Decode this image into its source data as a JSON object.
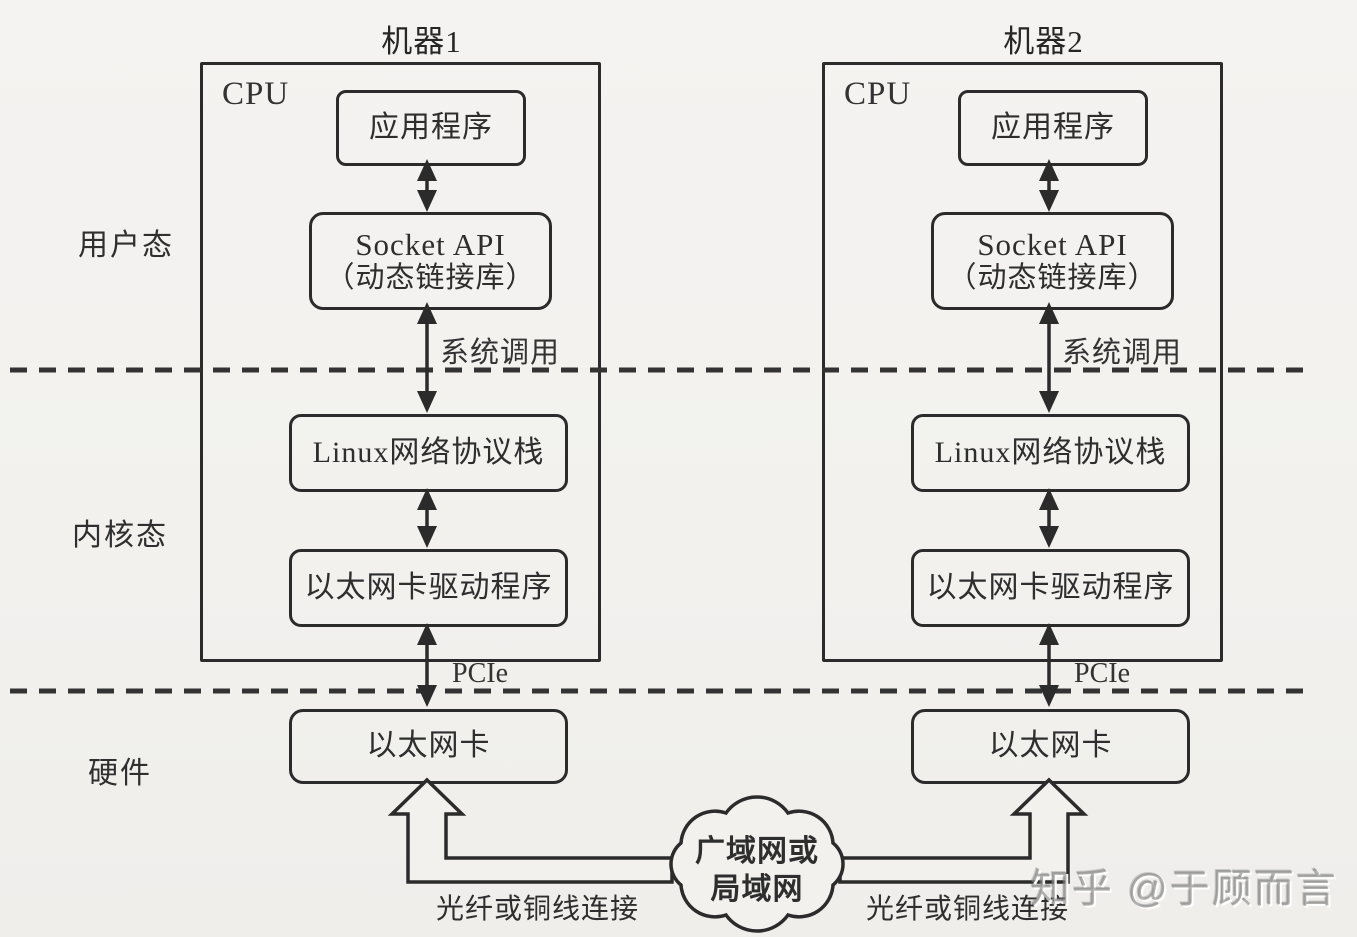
{
  "colors": {
    "background": "#f2f1ee",
    "line": "#2b2b2b",
    "text": "#2e2e2e",
    "watermark_gray": "#828282"
  },
  "side_labels": {
    "user_mode": "用户态",
    "kernel_mode": "内核态",
    "hardware": "硬件"
  },
  "machines": [
    {
      "title": "机器1",
      "cpu": "CPU",
      "app": "应用程序",
      "socket_api_line1": "Socket API",
      "socket_api_line2": "（动态链接库）",
      "syscall": "系统调用",
      "protocol_stack": "Linux网络协议栈",
      "nic_driver": "以太网卡驱动程序",
      "pcie": "PCIe",
      "nic": "以太网卡",
      "link": "光纤或铜线连接"
    },
    {
      "title": "机器2",
      "cpu": "CPU",
      "app": "应用程序",
      "socket_api_line1": "Socket API",
      "socket_api_line2": "（动态链接库）",
      "syscall": "系统调用",
      "protocol_stack": "Linux网络协议栈",
      "nic_driver": "以太网卡驱动程序",
      "pcie": "PCIe",
      "nic": "以太网卡",
      "link": "光纤或铜线连接"
    }
  ],
  "cloud": {
    "line1": "广域网或",
    "line2": "局域网"
  },
  "watermark": "知乎 @于顾而言"
}
